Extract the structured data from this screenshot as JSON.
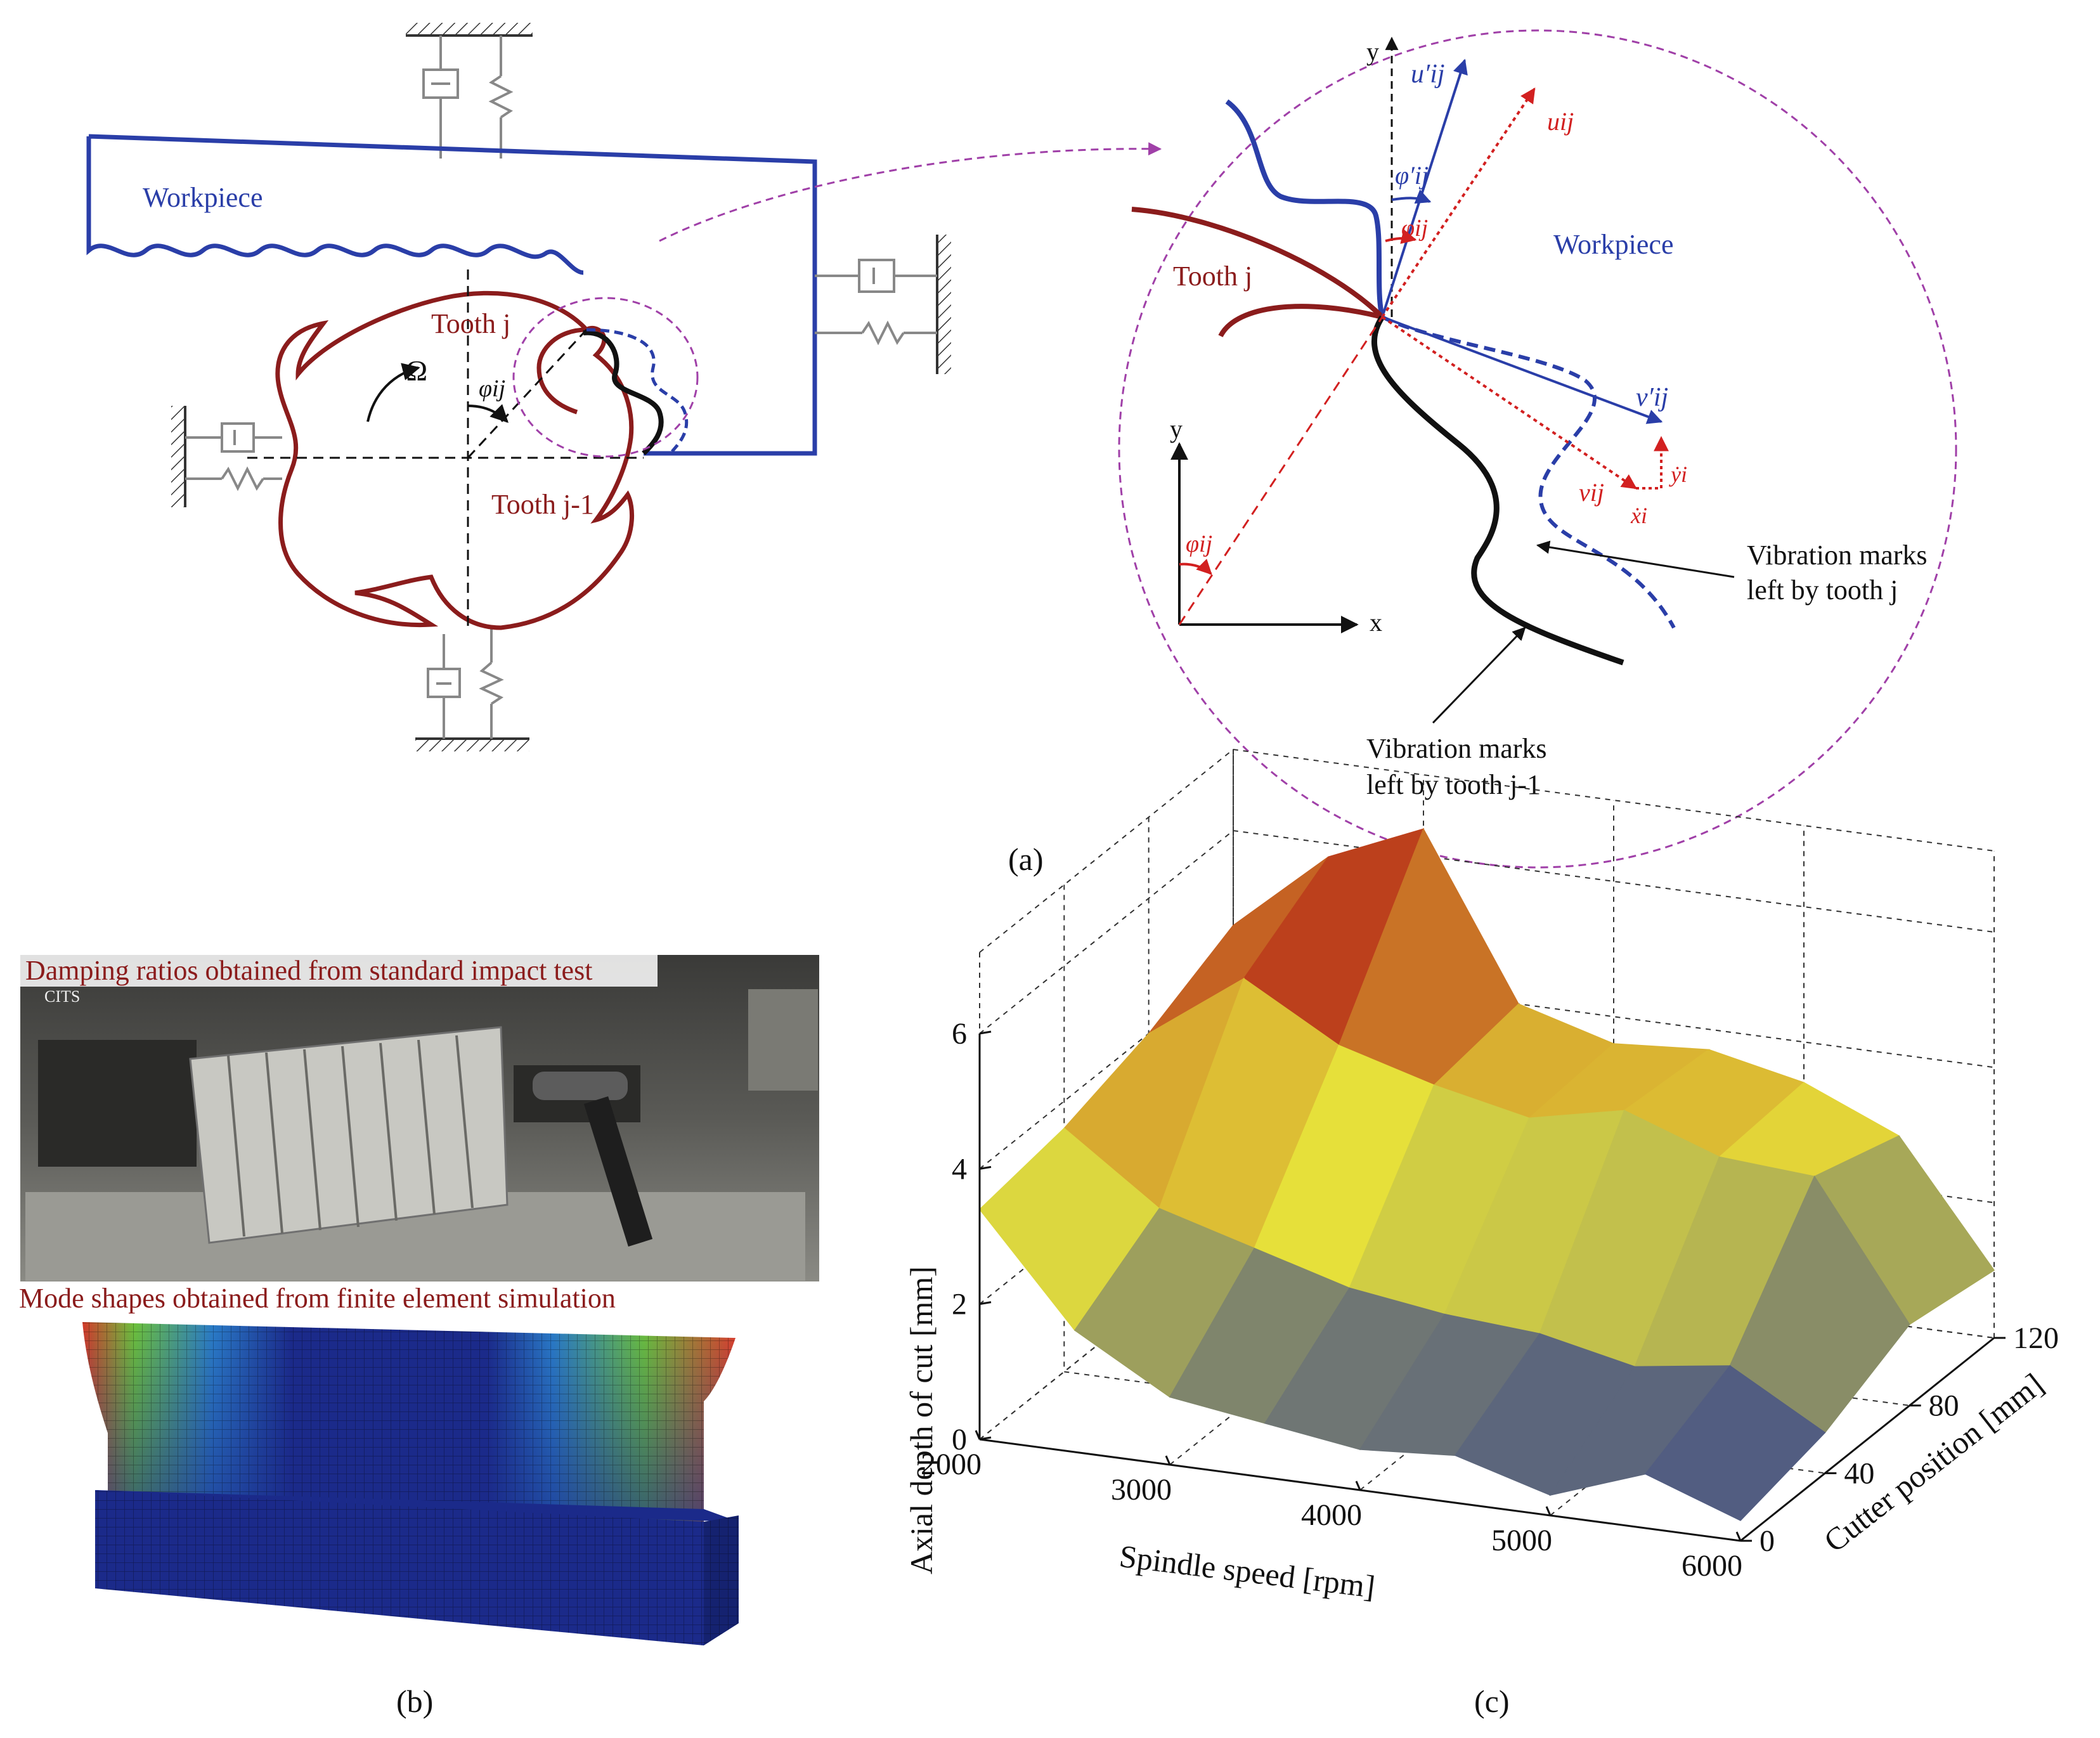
{
  "panel_a": {
    "caption": "(a)",
    "workpiece_label": "Workpiece",
    "tooth_j": "Tooth j",
    "tooth_j_1": "Tooth j-1",
    "omega": "Ω",
    "phi_ij": "φij",
    "zoom": {
      "workpiece_label": "Workpiece",
      "tooth_j": "Tooth j",
      "axis_x": "x",
      "axis_y": "y",
      "axis_y_top": "y",
      "u_prime": "u′ij",
      "u": "uij",
      "v_prime": "v′ij",
      "v": "vij",
      "phi_prime": "φ′ij",
      "phi": "φij",
      "phi_small": "φij",
      "x_dot": "ẋi",
      "y_dot": "ẏi",
      "note1_line1": "Vibration marks",
      "note1_line2": "left by tooth j",
      "note2_line1": "Vibration marks",
      "note2_line2": "left by tooth j-1"
    }
  },
  "panel_b": {
    "caption": "(b)",
    "photo_label": "Damping ratios obtained from standard impact test",
    "sim_label": "Mode shapes obtained from finite element simulation",
    "photo_tag": "CITS"
  },
  "panel_c": {
    "caption": "(c)",
    "colors": {
      "high": "#b01414",
      "mid": "#e6e03a",
      "low": "#1f2f9a"
    }
  },
  "chart_data": {
    "type": "surface",
    "xlabel": "Spindle speed [rpm]",
    "ylabel": "Cutter position [mm]",
    "zlabel": "Axial depth of cut [mm]",
    "x_ticks": [
      "2000",
      "3000",
      "4000",
      "5000",
      "6000"
    ],
    "y_ticks": [
      "0",
      "40",
      "80",
      "120"
    ],
    "z_ticks": [
      "0",
      "2",
      "4",
      "6"
    ],
    "xlim": [
      2000,
      6000
    ],
    "ylim": [
      0,
      120
    ],
    "zlim": [
      0,
      6
    ],
    "grid": true,
    "series": [
      {
        "cutter_position": 0,
        "spindle_speed": [
          2000,
          2500,
          3000,
          3500,
          4000,
          4500,
          5000,
          5500,
          6000
        ],
        "depth": [
          3.4,
          1.8,
          1.0,
          0.8,
          0.6,
          0.7,
          0.3,
          0.8,
          0.3
        ]
      },
      {
        "cutter_position": 40,
        "spindle_speed": [
          2000,
          2500,
          3000,
          3500,
          4000,
          4500,
          5000,
          5500,
          6000
        ],
        "depth": [
          3.6,
          2.6,
          2.2,
          1.8,
          1.6,
          1.5,
          1.2,
          1.4,
          0.6
        ]
      },
      {
        "cutter_position": 80,
        "spindle_speed": [
          2000,
          2500,
          3000,
          3500,
          4000,
          4500,
          5000,
          5500,
          6000
        ],
        "depth": [
          4.0,
          5.0,
          4.2,
          3.8,
          3.5,
          3.8,
          3.3,
          3.2,
          1.2
        ]
      },
      {
        "cutter_position": 120,
        "spindle_speed": [
          2000,
          2500,
          3000,
          3500,
          4000,
          4500,
          5000,
          5500,
          6000
        ],
        "depth": [
          4.6,
          5.8,
          6.4,
          4.0,
          3.6,
          3.7,
          3.4,
          2.8,
          1.0
        ]
      }
    ]
  }
}
